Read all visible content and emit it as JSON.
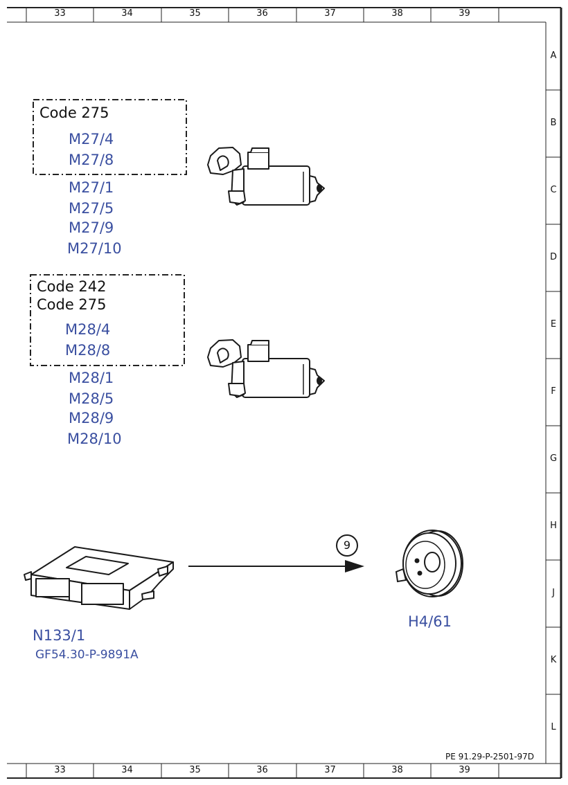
{
  "columns": [
    "33",
    "34",
    "35",
    "36",
    "37",
    "38",
    "39"
  ],
  "rows": [
    "A",
    "B",
    "C",
    "D",
    "E",
    "F",
    "G",
    "H",
    "J",
    "K",
    "L"
  ],
  "group1": {
    "code": "Code 275",
    "boxed_parts": [
      "M27/4",
      "M27/8"
    ],
    "parts": [
      "M27/1",
      "M27/5",
      "M27/9",
      "M27/10"
    ]
  },
  "group2": {
    "codes": [
      "Code 242",
      "Code 275"
    ],
    "boxed_parts": [
      "M28/4",
      "M28/8"
    ],
    "parts": [
      "M28/1",
      "M28/5",
      "M28/9",
      "M28/10"
    ]
  },
  "control_unit": {
    "id": "N133/1",
    "ref": "GF54.30-P-9891A"
  },
  "connection": {
    "number": "9"
  },
  "speaker": {
    "id": "H4/61"
  },
  "document_number": "PE 91.29-P-2501-97D"
}
